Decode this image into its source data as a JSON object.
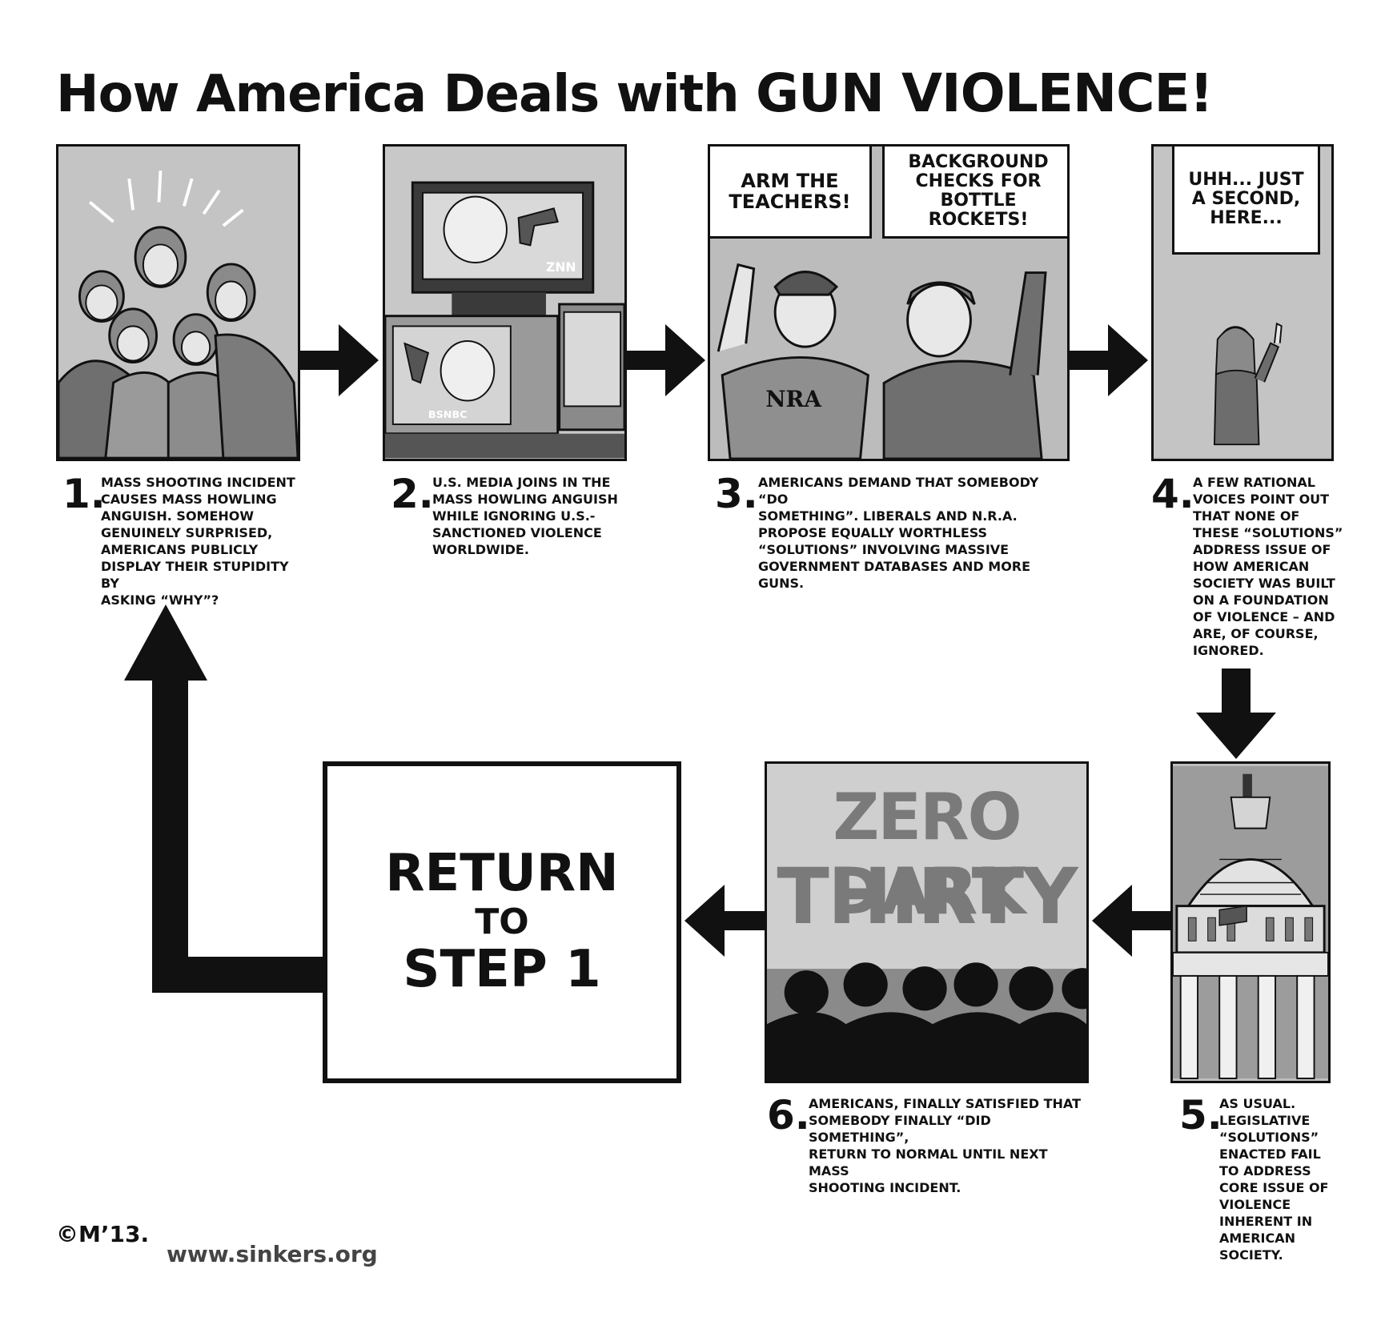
{
  "title": {
    "part1": "How America Deals with",
    "part2": "GUN VIOLENCE!"
  },
  "panels": {
    "p2": {
      "tv_top_logo": "ZNN",
      "tv_bottom_logo": "BSNBC"
    },
    "p3": {
      "bubble_left": "ARM THE TEACHERS!",
      "bubble_right": "BACKGROUND CHECKS FOR BOTTLE ROCKETS!",
      "shirt": "NRA"
    },
    "p4": {
      "bubble": "UHH... JUST A SECOND, HERE..."
    },
    "p6": {
      "poster_line1": "ZERO DARK",
      "poster_line2": "THIRTY"
    }
  },
  "steps": [
    {
      "num": "1.",
      "text": "Mass shooting incident\ncauses mass howling\nanguish. Somehow\ngenuinely surprised,\nAmericans publicly\ndisplay their stupidity by\nasking “why”?"
    },
    {
      "num": "2.",
      "text": "U.S. media joins in the\nmass howling anguish\nwhile ignoring U.S.-\nsanctioned violence\nworldwide."
    },
    {
      "num": "3.",
      "text": "Americans demand that somebody “do\nsomething”. Liberals and N.R.A.\npropose equally worthless\n“solutions” involving massive\ngovernment databases and more guns."
    },
    {
      "num": "4.",
      "text": "A few rational\nvoices point out\nthat none of\nthese “solutions”\naddress issue of\nhow American\nsociety was built\non a foundation\nof violence – and\nare, of course,\nignored."
    },
    {
      "num": "5.",
      "text": "As usual.\nLegislative\n“solutions”\nenacted fail\nto address\ncore issue of\nviolence\ninherent in\nAmerican\nsociety."
    },
    {
      "num": "6.",
      "text": "Americans, finally satisfied that\nsomebody finally “did something”,\nreturn to normal until next mass\nshooting incident."
    }
  ],
  "return_box": {
    "line1": "RETURN",
    "line2": "TO",
    "line3": "STEP 1"
  },
  "signature": "©M’13.",
  "website": "www.sinkers.org"
}
